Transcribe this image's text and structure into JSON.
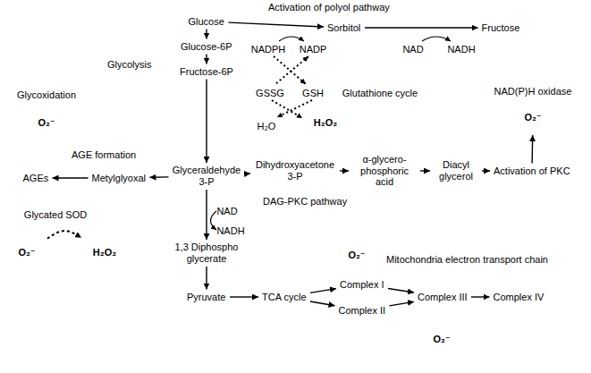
{
  "diagram": {
    "nodes": [
      {
        "text": [
          "Glycolysis"
        ]
      },
      {
        "text": [
          "Glucose"
        ],
        "in": 0
      },
      {
        "text": [
          "Glucose-6P"
        ],
        "in": 0
      },
      {
        "text": [
          "Fructose-6P"
        ],
        "in": 0
      },
      {
        "text": [
          "Glyceraldehyde 3-P"
        ],
        "in": 0
      },
      {
        "text": [
          "1,3 Diphospho glycerate"
        ],
        "in": 0
      },
      {
        "text": [
          "Pyruvate"
        ],
        "in": 0
      },
      {
        "text": [
          "Activation of polyol pathway"
        ]
      },
      {
        "text": [
          "Sorbitol"
        ],
        "in": 7
      },
      {
        "text": [
          "Fructose"
        ],
        "in": 7
      },
      {
        "text": [
          "H₂O₂"
        ]
      },
      {
        "text": [
          "DAG-PKC pathway"
        ]
      },
      {
        "text": [
          "Dihydroxyacetone 3-P"
        ],
        "in": 11
      },
      {
        "text": [
          "α-glycero- phosphoric acid"
        ],
        "in": 11
      },
      {
        "text": [
          "Diacyl glycerol"
        ],
        "in": 11
      },
      {
        "text": [
          "Activation of PKC"
        ],
        "in": 11
      },
      {
        "text": [
          "NAD(P)H oxidase",
          "O₂⁻"
        ]
      },
      {
        "text": [
          "AGE formation"
        ]
      },
      {
        "text": [
          "AGEs"
        ],
        "in": 17
      },
      {
        "text": [
          "Metylglyoxal"
        ],
        "in": 17
      },
      {
        "text": [
          "Glycoxidation",
          "O₂⁻"
        ]
      },
      {
        "text": [
          "O₂⁻"
        ]
      },
      {
        "text": [
          "H₂O₂"
        ]
      },
      {
        "text": [
          "Mitochondria electron transport chain"
        ]
      },
      {
        "text": [
          "TCA cycle"
        ],
        "in": 23
      },
      {
        "text": [
          "Complex I"
        ],
        "in": 23
      },
      {
        "text": [
          "Complex II"
        ],
        "in": 23
      },
      {
        "text": [
          "Complex III"
        ],
        "in": 23
      },
      {
        "text": [
          "Complex IV"
        ],
        "in": 23
      },
      {
        "text": [
          "O₂⁻"
        ]
      },
      {
        "text": [
          "O₂⁻"
        ]
      }
    ],
    "edges": [
      {
        "from": 1,
        "to": 2,
        "arrow": "to"
      },
      {
        "from": 2,
        "to": 3,
        "arrow": "to"
      },
      {
        "from": 3,
        "to": 4,
        "arrow": "to"
      },
      {
        "from": 4,
        "to": 5,
        "arrow": "to"
      },
      {
        "from": 5,
        "to": 6,
        "arrow": "to"
      },
      {
        "from": 1,
        "to": 8,
        "arrow": "to"
      },
      {
        "from": 8,
        "to": 9,
        "arrow": "to"
      },
      {
        "from": 4,
        "to": 19,
        "arrow": "to"
      },
      {
        "from": 19,
        "to": 18,
        "arrow": "to"
      },
      {
        "from": 4,
        "to": 12,
        "arrow": "to"
      },
      {
        "from": 12,
        "to": 13,
        "arrow": "to"
      },
      {
        "from": 13,
        "to": 14,
        "arrow": "to"
      },
      {
        "from": 14,
        "to": 15,
        "arrow": "to"
      },
      {
        "from": 15,
        "to": 16,
        "arrow": "to"
      },
      {
        "from": 6,
        "to": 24,
        "arrow": "to"
      },
      {
        "from": 24,
        "to": 25,
        "arrow": "to"
      },
      {
        "from": 24,
        "to": 26,
        "arrow": "to"
      },
      {
        "from": 25,
        "to": 27,
        "arrow": "to"
      },
      {
        "from": 26,
        "to": 27,
        "arrow": "to"
      },
      {
        "from": 27,
        "to": 28,
        "arrow": "to"
      },
      {
        "from": 21,
        "to": 22,
        "arrow": "to"
      }
    ],
    "labels": [
      "Glycated SOD",
      "NADPH",
      "NADP",
      "NAD",
      "NADH",
      "GSSG",
      "GSH",
      "Glutathione cycle",
      "H₂O",
      "NAD",
      "NADH"
    ]
  }
}
